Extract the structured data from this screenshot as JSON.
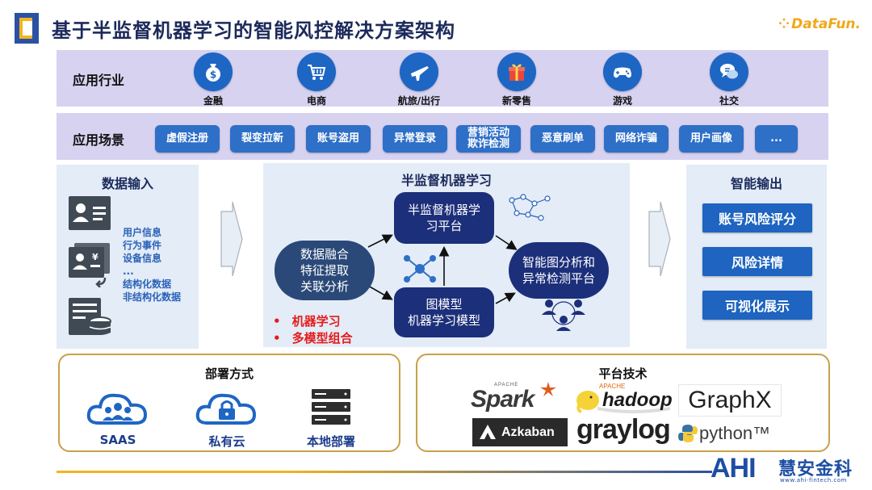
{
  "header": {
    "title": "基于半监督机器学习的智能风控解决方案架构",
    "brand": "DataFun."
  },
  "industry": {
    "label": "应用行业",
    "items": [
      {
        "label": "金融",
        "icon": "money-bag-icon"
      },
      {
        "label": "电商",
        "icon": "shopping-cart-icon"
      },
      {
        "label": "航旅/出行",
        "icon": "airplane-icon"
      },
      {
        "label": "新零售",
        "icon": "gift-icon"
      },
      {
        "label": "游戏",
        "icon": "gamepad-icon"
      },
      {
        "label": "社交",
        "icon": "chat-bubbles-icon"
      }
    ]
  },
  "scenes": {
    "label": "应用场景",
    "items": [
      "虚假注册",
      "裂变拉新",
      "账号盗用",
      "异常登录",
      "营销活动\n欺诈检测",
      "恶意刷单",
      "网络诈骗",
      "用户画像",
      "..."
    ]
  },
  "data_input": {
    "title": "数据输入",
    "items": [
      "用户信息",
      "行为事件",
      "设备信息",
      "...",
      "结构化数据",
      "非结构化数据"
    ]
  },
  "ml": {
    "title": "半监督机器学习",
    "fusion": "数据融合\n特征提取\n关联分析",
    "semi_platform": "半监督机器学\n习平台",
    "graph_model": "图模型\n机器学习模型",
    "graph_analysis": "智能图分析和\n异常检测平台",
    "bullets": [
      "机器学习",
      "多模型组合"
    ]
  },
  "output": {
    "title": "智能输出",
    "items": [
      "账号风险评分",
      "风险详情",
      "可视化展示"
    ]
  },
  "deploy": {
    "title": "部署方式",
    "items": [
      {
        "label": "SAAS",
        "icon": "cloud-users-icon"
      },
      {
        "label": "私有云",
        "icon": "cloud-lock-icon"
      },
      {
        "label": "本地部署",
        "icon": "server-rack-icon"
      }
    ]
  },
  "tech": {
    "title": "平台技术",
    "spark": "Spark",
    "spark_sub": "APACHE",
    "hadoop": "hadoop",
    "hadoop_sub": "APACHE",
    "graphx": "GraphX",
    "azkaban": "Azkaban",
    "graylog": "graylog",
    "python": "python™"
  },
  "footer": {
    "logo": "AHI",
    "logo_cn": "慧安金科",
    "url": "www.ahi-fintech.com"
  },
  "colors": {
    "band": "#d6d2f0",
    "panel": "#e3ecf7",
    "button_blue": "#2e6fc7",
    "dark_navy": "#1c2f7a",
    "bullet_red": "#e51c1c",
    "bottom_border": "#c9a04a"
  }
}
